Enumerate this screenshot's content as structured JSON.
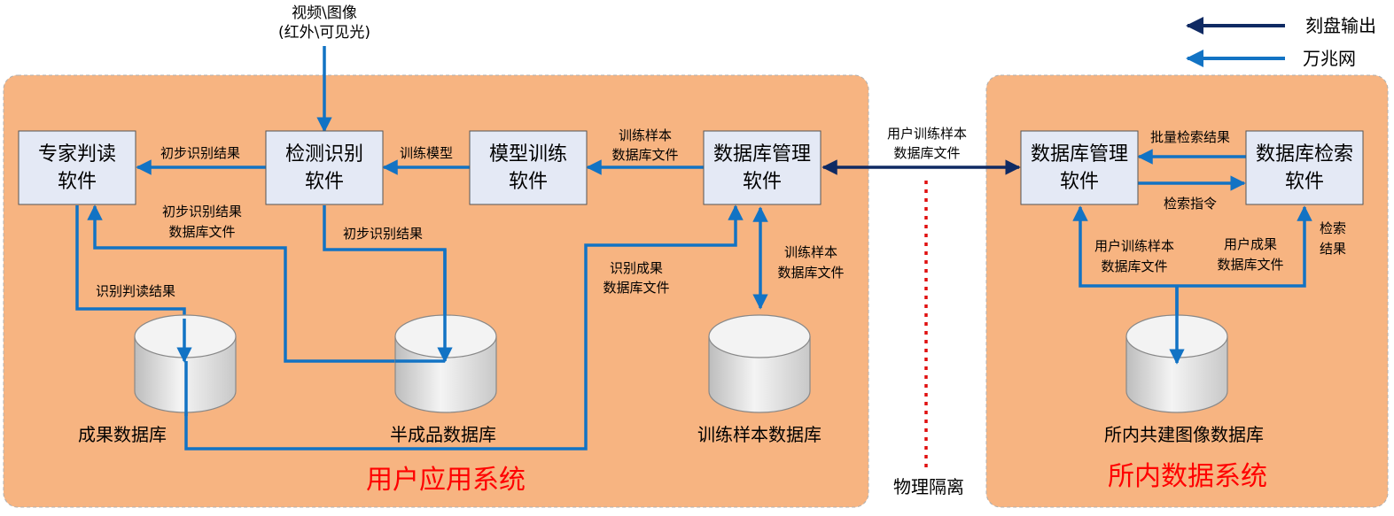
{
  "colors": {
    "panel_fill": "#f7b481",
    "panel_border": "#b0b0b0",
    "node_fill": "#e4e9f5",
    "lan_arrow": "#1273c4",
    "disk_arrow": "#0f2a63",
    "isolation_line": "#e01010",
    "title_red": "#ff0000"
  },
  "legend": {
    "disk_output": "刻盘输出",
    "gigabit": "万兆网"
  },
  "systems": {
    "user": "用户应用系统",
    "institute": "所内数据系统"
  },
  "input": {
    "line1": "视频\\图像",
    "line2": "(红外\\可见光)"
  },
  "nodes": {
    "expert": {
      "line1": "专家判读",
      "line2": "软件"
    },
    "detect": {
      "line1": "检测识别",
      "line2": "软件"
    },
    "train": {
      "line1": "模型训练",
      "line2": "软件"
    },
    "dbm_user": {
      "line1": "数据库管理",
      "line2": "软件"
    },
    "dbm_inst": {
      "line1": "数据库管理",
      "line2": "软件"
    },
    "search": {
      "line1": "数据库检索",
      "line2": "软件"
    }
  },
  "databases": {
    "result": "成果数据库",
    "semi": "半成品数据库",
    "sample": "训练样本数据库",
    "shared": "所内共建图像数据库"
  },
  "labels": {
    "prelim_result": "初步识别结果",
    "train_model": "训练模型",
    "sample_db_1": "训练样本",
    "sample_db_2": "数据库文件",
    "prelim_db_1": "初步识别结果",
    "prelim_db_2": "数据库文件",
    "prelim_result_2": "初步识别结果",
    "judge_result": "识别判读结果",
    "identify_db_1": "识别成果",
    "identify_db_2": "数据库文件",
    "sample_db_b1": "训练样本",
    "sample_db_b2": "数据库文件",
    "user_sample_1": "用户训练样本",
    "user_sample_2": "数据库文件",
    "batch_result": "批量检索结果",
    "search_cmd": "检索指令",
    "user_sample_r1": "用户训练样本",
    "user_sample_r2": "数据库文件",
    "user_result_1": "用户成果",
    "user_result_2": "数据库文件",
    "search_res_1": "检索",
    "search_res_2": "结果",
    "isolation": "物理隔离"
  }
}
